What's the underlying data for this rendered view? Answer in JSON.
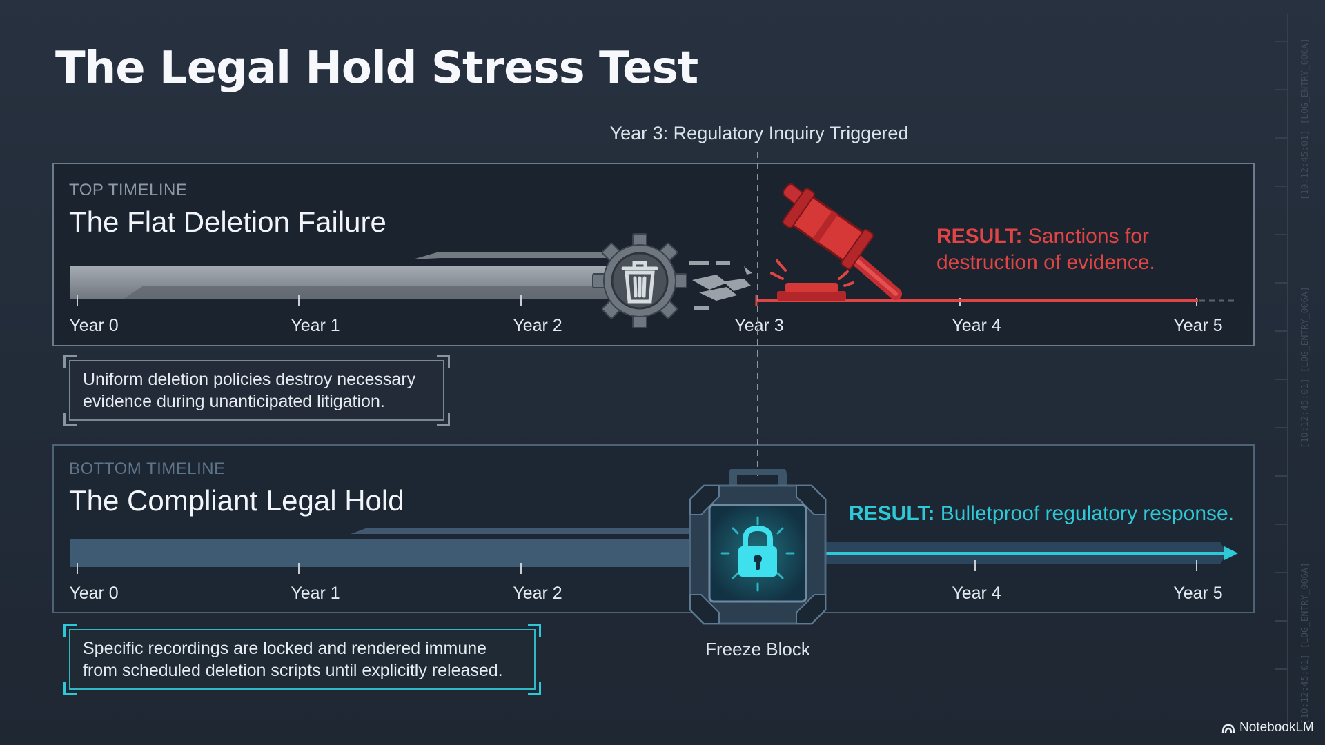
{
  "title": "The Legal Hold Stress Test",
  "trigger_label": "Year 3: Regulatory Inquiry Triggered",
  "top_timeline": {
    "tag": "TOP TIMELINE",
    "title": "The Flat Deletion Failure",
    "years": [
      "Year 0",
      "Year 1",
      "Year 2",
      "Year 3",
      "Year 4",
      "Year 5"
    ],
    "result_key": "RESULT:",
    "result_text": "Sanctions for destruction of evidence.",
    "note": "Uniform deletion policies destroy necessary evidence during unanticipated litigation.",
    "icons": [
      "gear-trash-icon",
      "gavel-icon"
    ],
    "color_track": "#8a9199",
    "color_result": "#e04444"
  },
  "bottom_timeline": {
    "tag": "BOTTOM TIMELINE",
    "title": "The Compliant Legal Hold",
    "years": [
      "Year 0",
      "Year 1",
      "Year 2",
      "Year 4",
      "Year 5"
    ],
    "result_key": "RESULT:",
    "result_text": "Bulletproof regulatory response.",
    "note": "Specific recordings are locked and rendered immune from scheduled deletion scripts until explicitly released.",
    "freeze_label": "Freeze Block",
    "icons": [
      "lock-icon"
    ],
    "color_track": "#3f5a73",
    "color_result": "#2fc8d6"
  },
  "side_log": [
    "[10:12:45:01] [LOG_ENTRY_006A]",
    "[10:12:45:01] [LOG_ENTRY_006A]",
    "[10:12:45:01] [LOG_ENTRY_006A]"
  ],
  "brand": "NotebookLM"
}
